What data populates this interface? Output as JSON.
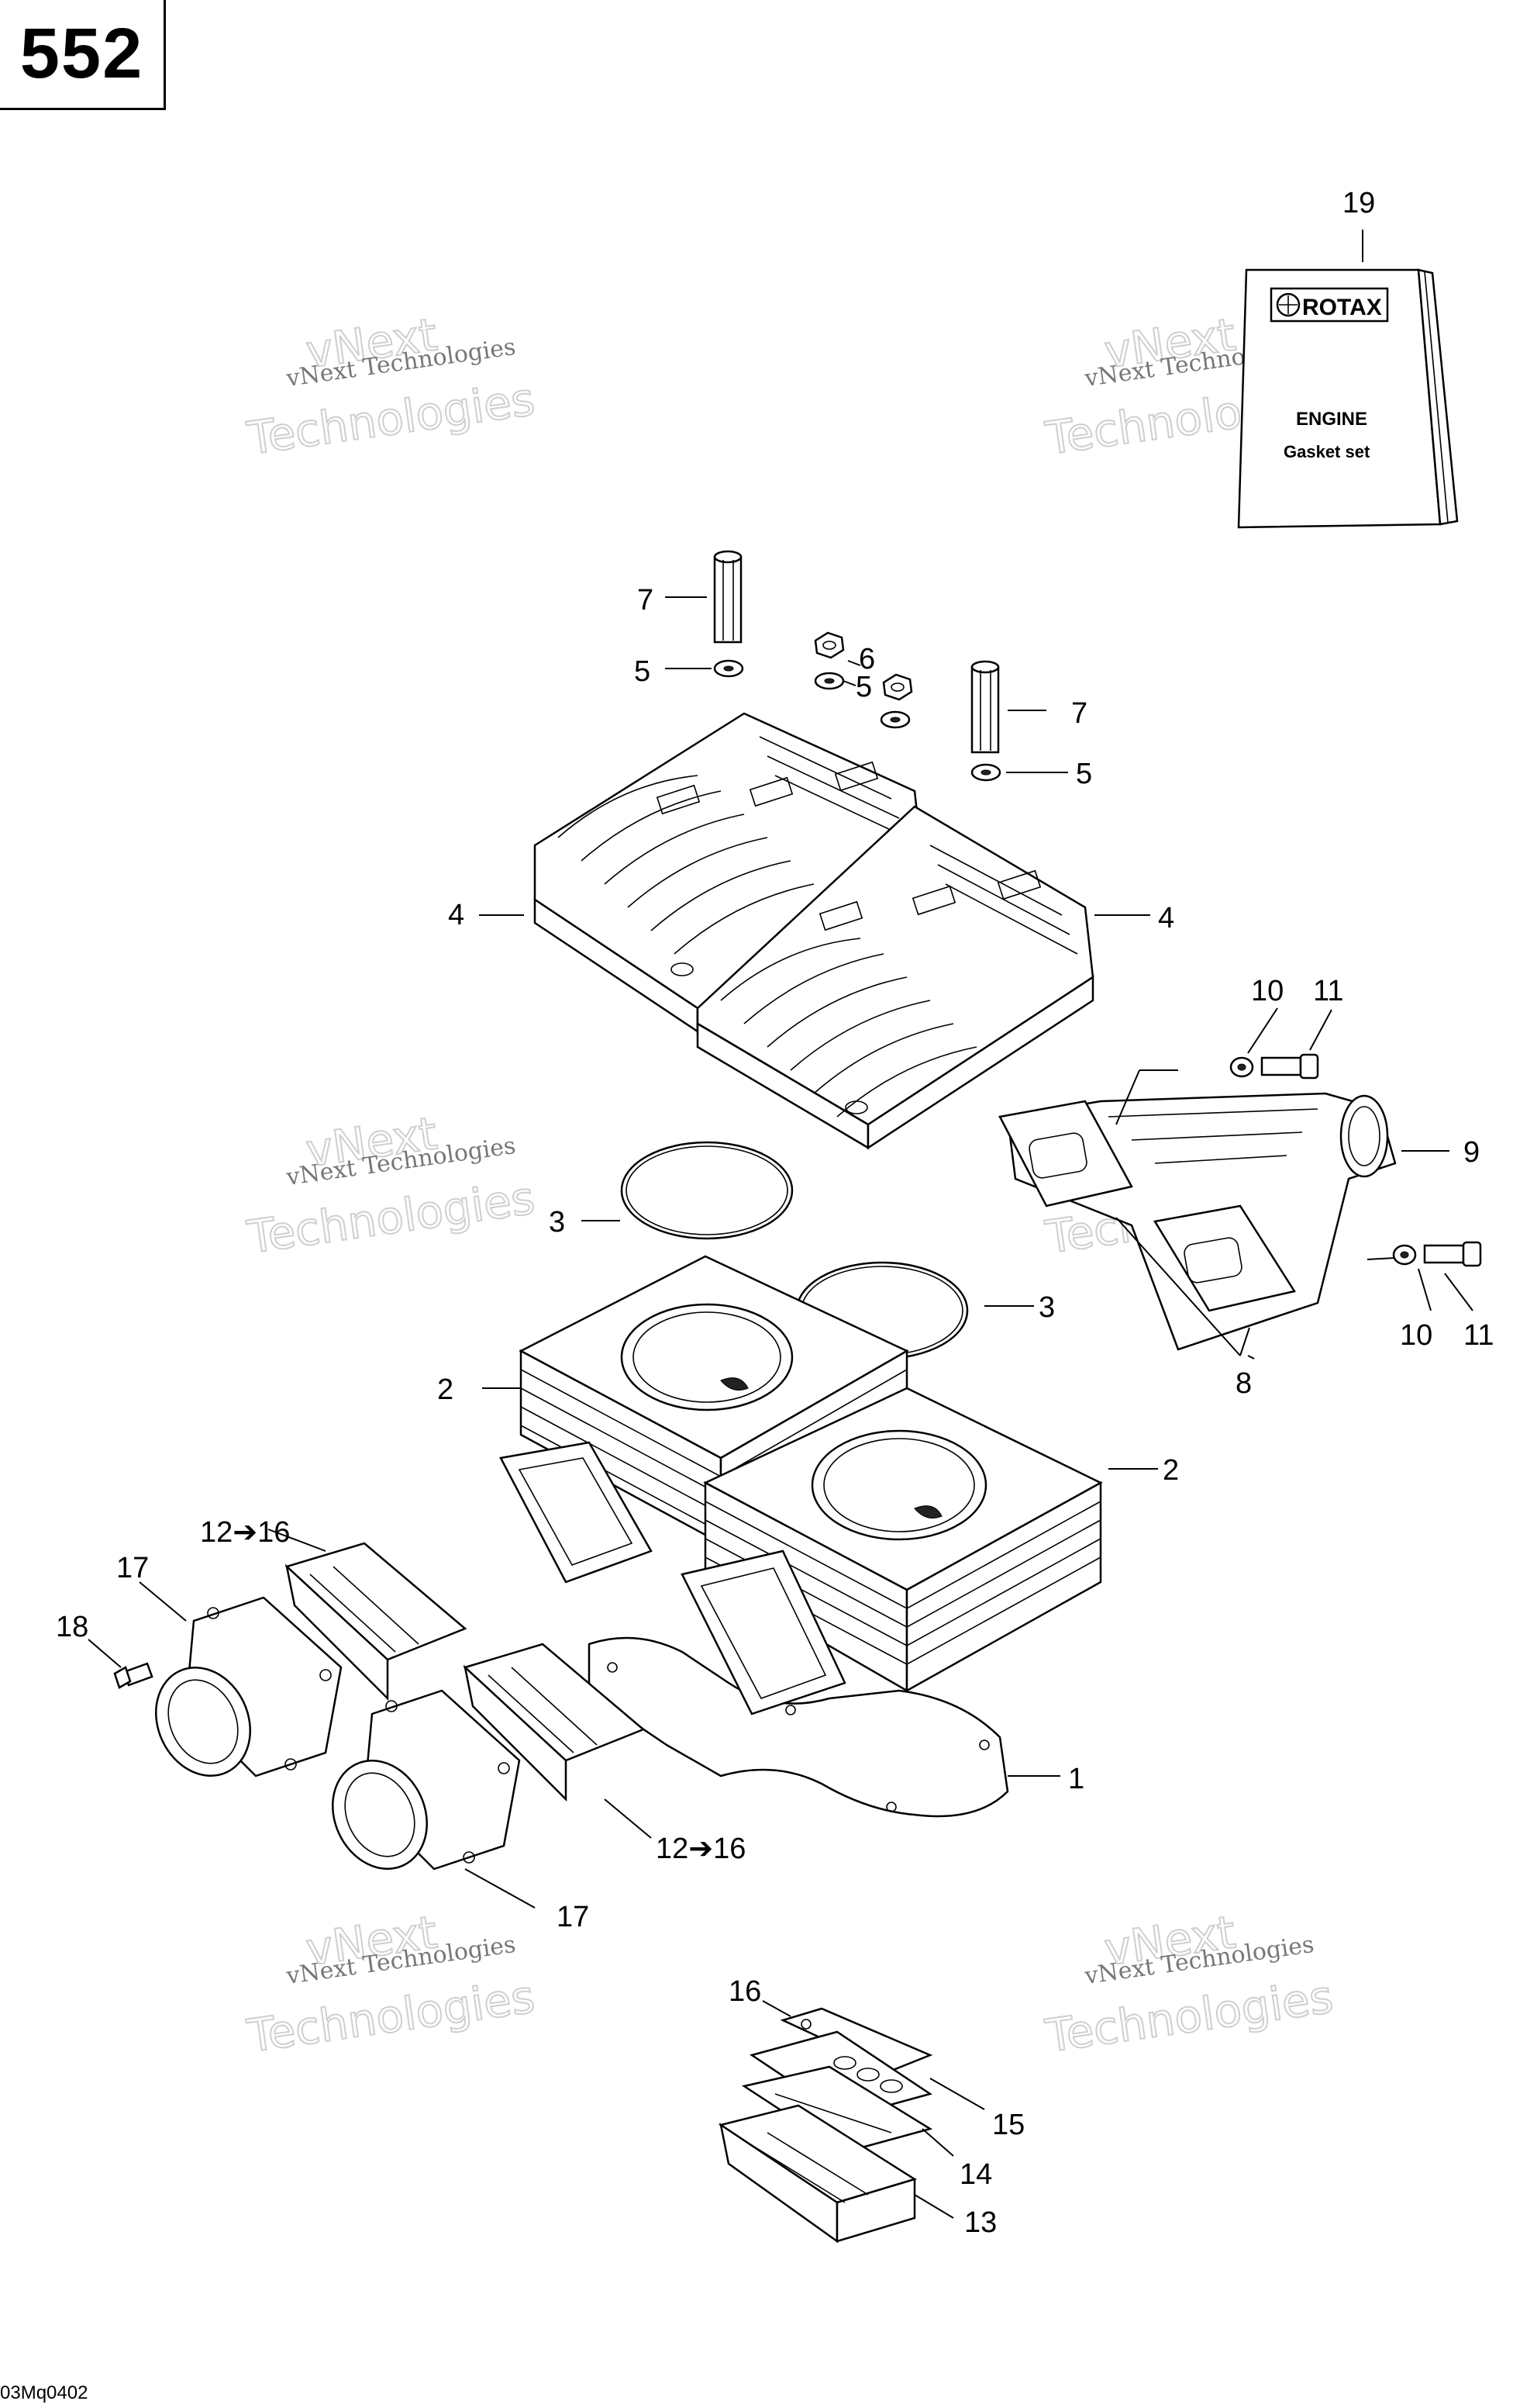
{
  "page_id": "552",
  "drawing_code": "03Mq0402",
  "watermark": {
    "line1": "vNext Technologies",
    "line2": "Technologies",
    "line3": "vNext"
  },
  "gasket_set_book": {
    "brand": "ROTAX",
    "title": "ENGINE",
    "subtitle": "Gasket set"
  },
  "callouts": {
    "c1": "1",
    "c2a": "2",
    "c2b": "2",
    "c3a": "3",
    "c3b": "3",
    "c4a": "4",
    "c4b": "4",
    "c5a": "5",
    "c5b": "5",
    "c5c": "5",
    "c6": "6",
    "c7a": "7",
    "c7b": "7",
    "c8": "8",
    "c9": "9",
    "c10a": "10",
    "c10b": "10",
    "c11a": "11",
    "c11b": "11",
    "c12a": "12➔16",
    "c12b": "12➔16",
    "c13": "13",
    "c14": "14",
    "c15": "15",
    "c16": "16",
    "c17a": "17",
    "c17b": "17",
    "c18": "18",
    "c19": "19"
  }
}
